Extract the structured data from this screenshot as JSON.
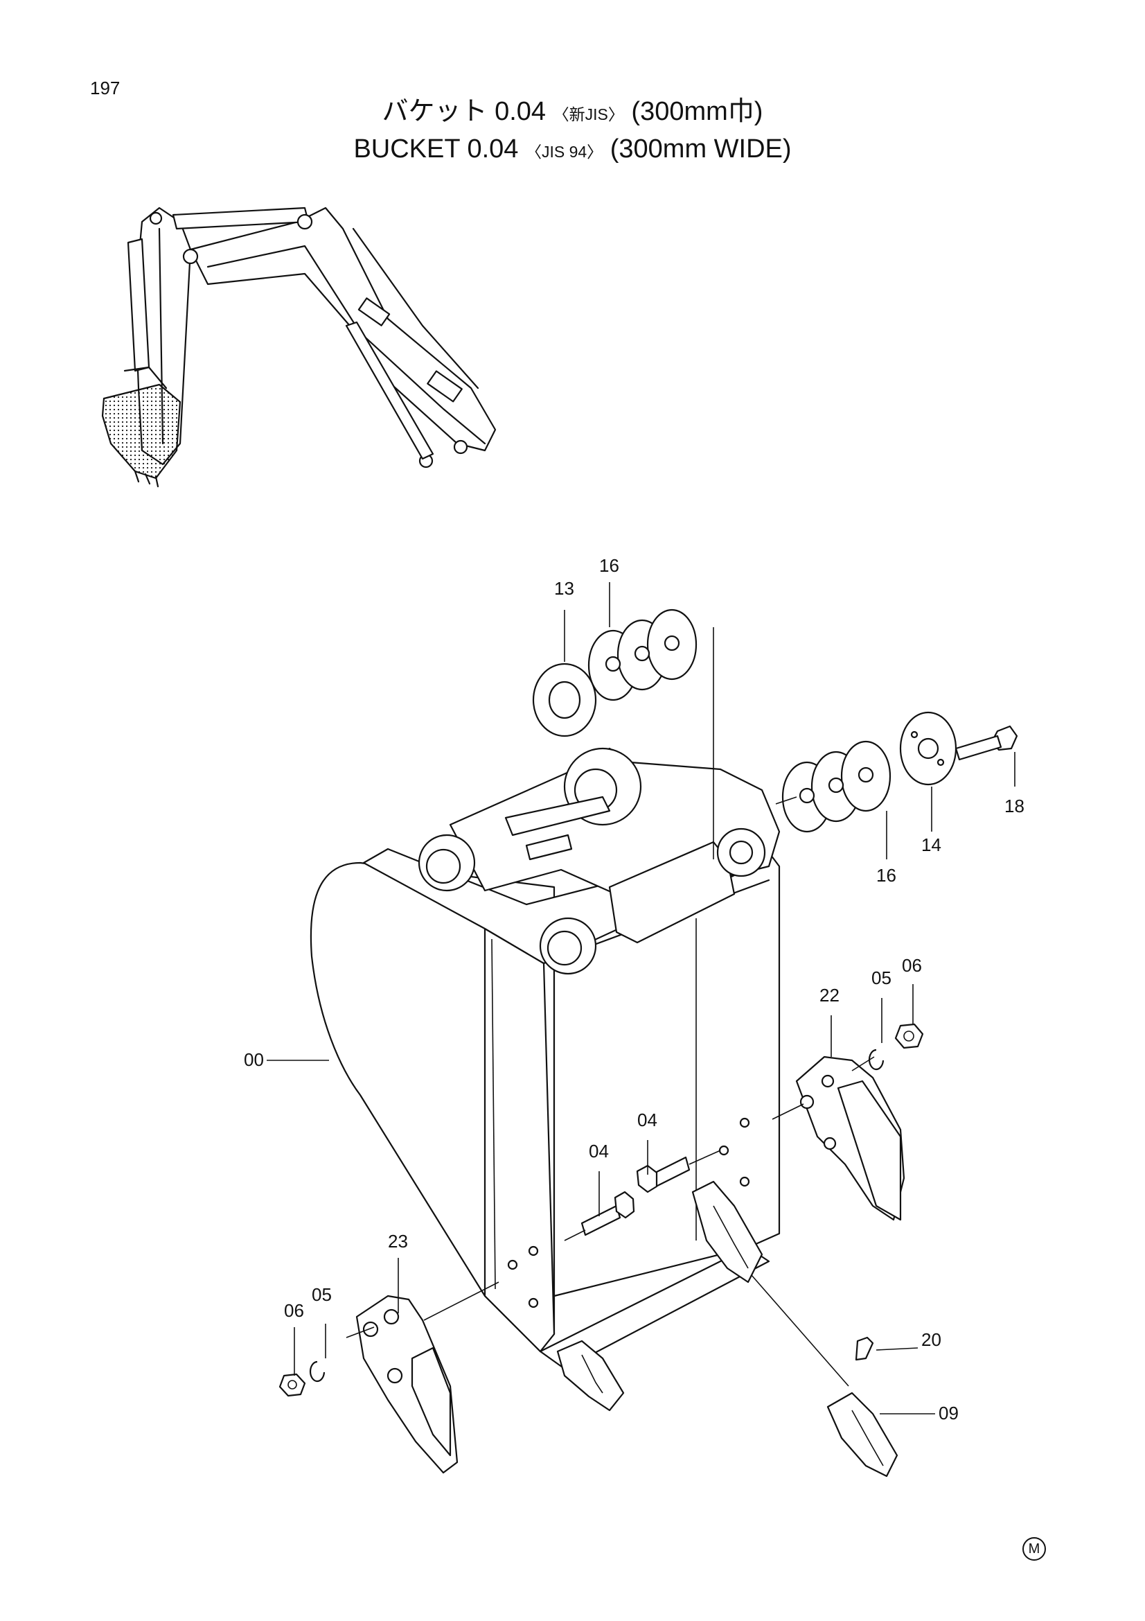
{
  "page_number": "197",
  "title_jp": {
    "main": "バケット 0.04",
    "spec": "〈新JIS〉",
    "width": "(300mm巾)"
  },
  "title_en": {
    "main": "BUCKET 0.04",
    "spec": "〈JIS 94〉",
    "width": "(300mm WIDE)"
  },
  "callouts": [
    {
      "id": "c13",
      "label": "13"
    },
    {
      "id": "c16a",
      "label": "16"
    },
    {
      "id": "c18",
      "label": "18"
    },
    {
      "id": "c14",
      "label": "14"
    },
    {
      "id": "c16b",
      "label": "16"
    },
    {
      "id": "c05a",
      "label": "05"
    },
    {
      "id": "c06a",
      "label": "06"
    },
    {
      "id": "c22",
      "label": "22"
    },
    {
      "id": "c00",
      "label": "00"
    },
    {
      "id": "c04a",
      "label": "04"
    },
    {
      "id": "c04b",
      "label": "04"
    },
    {
      "id": "c23",
      "label": "23"
    },
    {
      "id": "c06b",
      "label": "06"
    },
    {
      "id": "c05b",
      "label": "05"
    },
    {
      "id": "c20",
      "label": "20"
    },
    {
      "id": "c09",
      "label": "09"
    }
  ],
  "footer_mark": "M"
}
